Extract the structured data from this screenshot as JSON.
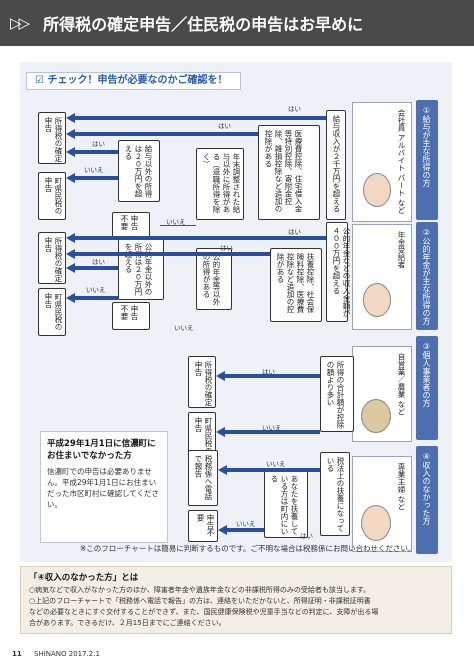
{
  "header": {
    "icon": "▷▷",
    "title": "所得税の確定申告／住民税の申告はお早めに"
  },
  "check_title": "☑ チェック！申告が必要なのかご確認を！",
  "sections": [
    {
      "tab": "①給与が主な所得の方",
      "who": "会社員 アルバイト パート など",
      "q1": "給与収入が２千万円を超える",
      "q2": "医療費控除、住宅借入金等特別控除、寄附金控除、雑損控除など追加の控除がある",
      "q3": "年末調整された給与以外に所得がある（退職所得を除く）",
      "q4": "給与以外の所得は２０万円を超える",
      "out_confirm": "所得税の確定申告",
      "out_town": "町県民税の申告",
      "out_none": "申告不要"
    },
    {
      "tab": "②公的年金が主な所得の方",
      "who": "年金受給者",
      "q1": "公的年金などの収入金額が４００万円を超える",
      "q2": "扶養控除、社会保険料控除、医療費控除など追加の控除がある",
      "q3": "公的年金等以外の所得がある",
      "q4": "公的年金以外の所得は２０万円を超える",
      "out_confirm": "所得税の確定申告",
      "out_town": "町県民税の申告",
      "out_none": "申告不要"
    },
    {
      "tab": "③個人事業者の方",
      "who": "自営業／農業 など",
      "q1": "所得の合計額が控除の額より多い",
      "out_confirm": "所得税の確定申告",
      "out_town": "町県民税の申告"
    },
    {
      "tab": "④収入のなかった方",
      "who": "専業主婦 など",
      "q1": "税法上の扶養になっている",
      "q2": "あなたを扶養している方は町内にいる",
      "out_tel": "税務係へ電話で報告",
      "out_none": "申告不要"
    }
  ],
  "yes": "はい",
  "no": "いいえ",
  "note": {
    "heading": "平成29年1月1日に信濃町にお住まいでなかった方",
    "body": "信濃町での申告は必要ありません。平成29年1月1日にお住まいだった市区町村に確認してください。"
  },
  "footnote": "※このフローチャートは簡易に判断するものです。ご不明な場合は税務係にお問い合わせください。",
  "bottom": {
    "heading": "「④収入のなかった方」とは",
    "lines": [
      "○病気などで収入がなかった方のほか、障害者年金や遺族年金などの非課税所得のみの受給者も該当します。",
      "○上記のフローチャートで「税務係へ電話で報告」の方は、連絡をいただかないと、所得証明・非課税証明書",
      "などの必要なときにすぐ交付することができず、また、国民健康保険税や児童手当などの判定に、支障が出る場",
      "合があります。できるだけ、２月15日までにご連絡ください。"
    ]
  },
  "footer": {
    "page": "11",
    "magazine": "SHINANO 2017.2.1"
  },
  "colors": {
    "accent": "#2a4f9e",
    "header": "#4a4a4a",
    "tab": "#4d6fb0"
  }
}
